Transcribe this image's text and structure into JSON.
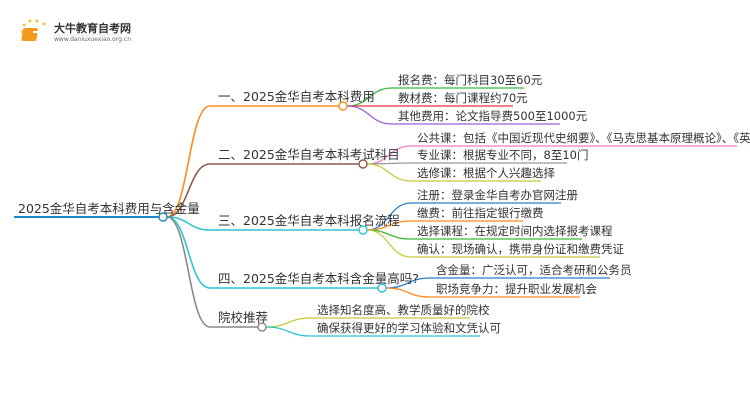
{
  "logo": {
    "title": "大牛教育自考网",
    "url": "www.daniuxuexiao.org.cn"
  },
  "root": {
    "label": "2025金华自考本科费用与含金量",
    "color": "#1e88c7"
  },
  "branches": [
    {
      "label": "一、2025金华自考本科费用",
      "color": "#ff8a1f",
      "leaves": [
        {
          "label": "报名费：每门科目30至60元",
          "color": "#3cb93c"
        },
        {
          "label": "教材费：每门课程约70元",
          "color": "#e8333c"
        },
        {
          "label": "其他费用：论文指导费500至1000元",
          "color": "#9b5fd6"
        }
      ]
    },
    {
      "label": "二、2025金华自考本科考试科目",
      "color": "#8b5a4a",
      "leaves": [
        {
          "label": "公共课：包括《中国近现代史纲要》、《马克思基本原理概论》、《英语二》",
          "color": "#f07cc8"
        },
        {
          "label": "专业课：根据专业不同，8至10门",
          "color": "#999999"
        },
        {
          "label": "选修课：根据个人兴趣选择",
          "color": "#c8c83a"
        }
      ]
    },
    {
      "label": "三、2025金华自考本科报名流程",
      "color": "#2ec4d6",
      "leaves": [
        {
          "label": "注册：登录金华自考办官网注册",
          "color": "#2b7fc4"
        },
        {
          "label": "缴费：前往指定银行缴费",
          "color": "#ff8a1f"
        },
        {
          "label": "选择课程：在规定时间内选择报考课程",
          "color": "#3cb93c"
        },
        {
          "label": "确认：现场确认，携带身份证和缴费凭证",
          "color": "#c8c83a"
        }
      ]
    },
    {
      "label": "四、2025金华自考本科含金量高吗?",
      "color": "#2ec4d6",
      "leaves": [
        {
          "label": "含金量：广泛认可，适合考研和公务员",
          "color": "#2b7fc4"
        },
        {
          "label": "职场竞争力：提升职业发展机会",
          "color": "#ff8a1f"
        }
      ]
    },
    {
      "label": "院校推荐",
      "color": "#888888",
      "leaves": [
        {
          "label": "选择知名度高、教学质量好的院校",
          "color": "#c8c83a"
        },
        {
          "label": "确保获得更好的学习体验和文凭认可",
          "color": "#2ec4d6"
        }
      ]
    }
  ]
}
